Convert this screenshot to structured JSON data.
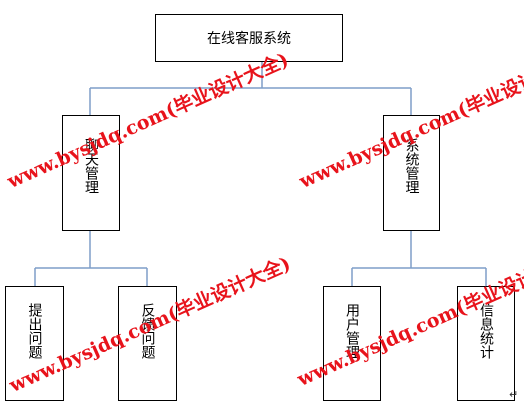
{
  "diagram": {
    "root": {
      "label": "在线客服系统"
    },
    "branches": [
      {
        "label": "聊天管理",
        "children": [
          {
            "label": "提出问题"
          },
          {
            "label": "反馈问题"
          }
        ]
      },
      {
        "label": "系统管理",
        "children": [
          {
            "label": "用户管理"
          },
          {
            "label": "信息统计"
          }
        ]
      }
    ]
  },
  "watermark": {
    "text": "www.bysjdq.com(毕业设计大全)"
  },
  "colors": {
    "connector": "#7f9ec9",
    "border": "#000000",
    "watermark": "#e8131b"
  }
}
